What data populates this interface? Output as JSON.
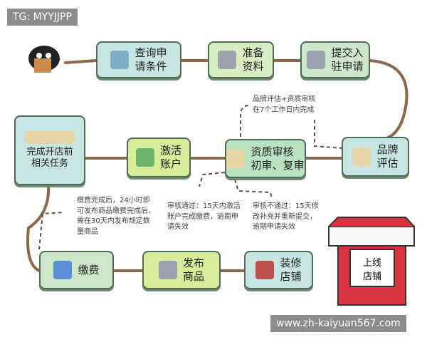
{
  "watermark_top": "TG: MYYJJPP",
  "watermark_bottom": "www.zh-kaiyuan567.com",
  "steps": {
    "s1": "查询申\n请条件",
    "s2": "准备\n资料",
    "s3": "提交入\n驻申请",
    "s4": "品牌\n评估",
    "s5": "资质审核\n初审、复审",
    "s6": "激活\n账户",
    "s7": "完成开店前\n相关任务",
    "s8": "缴费",
    "s9": "发布\n商品",
    "s10": "装修\n店铺",
    "s11": "上线\n店铺"
  },
  "notes": {
    "review_time": "品牌评估+资质审核\n在7个工作日内完成",
    "pass": "审核通过：15天内激活\n账户完成缴费，逾期申\n请失效",
    "fail": "审核不通过：15天修\n改补充并重新提交，\n逾期申请失效",
    "publish": "缴费完成后，24小时即\n可发布商品缴费完成后，\n需在30天内发布规定数\n量商品"
  },
  "colors": {
    "rope": "#8a6a4a",
    "store_red": "#d9333f"
  }
}
